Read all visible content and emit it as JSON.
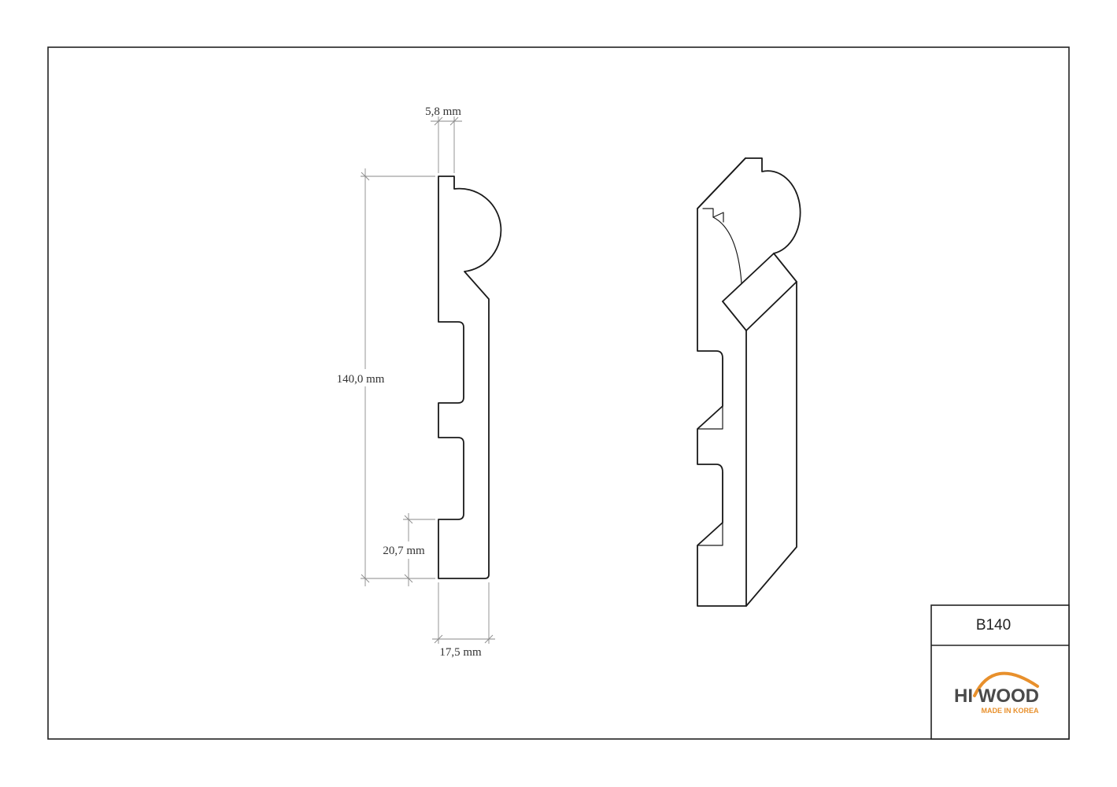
{
  "drawing": {
    "dimensions": {
      "top_width": "5,8 mm",
      "height": "140,0 mm",
      "bottom_offset": "20,7 mm",
      "thickness": "17,5 mm"
    }
  },
  "title_block": {
    "product_code": "B140",
    "logo": {
      "brand": "HI WOOD",
      "tagline": "MADE IN KOREA"
    }
  },
  "colors": {
    "line": "#1a1a1a",
    "dimension_line": "#8a8a8a",
    "logo_gray": "#4a4a4a",
    "logo_orange": "#e8902c"
  }
}
